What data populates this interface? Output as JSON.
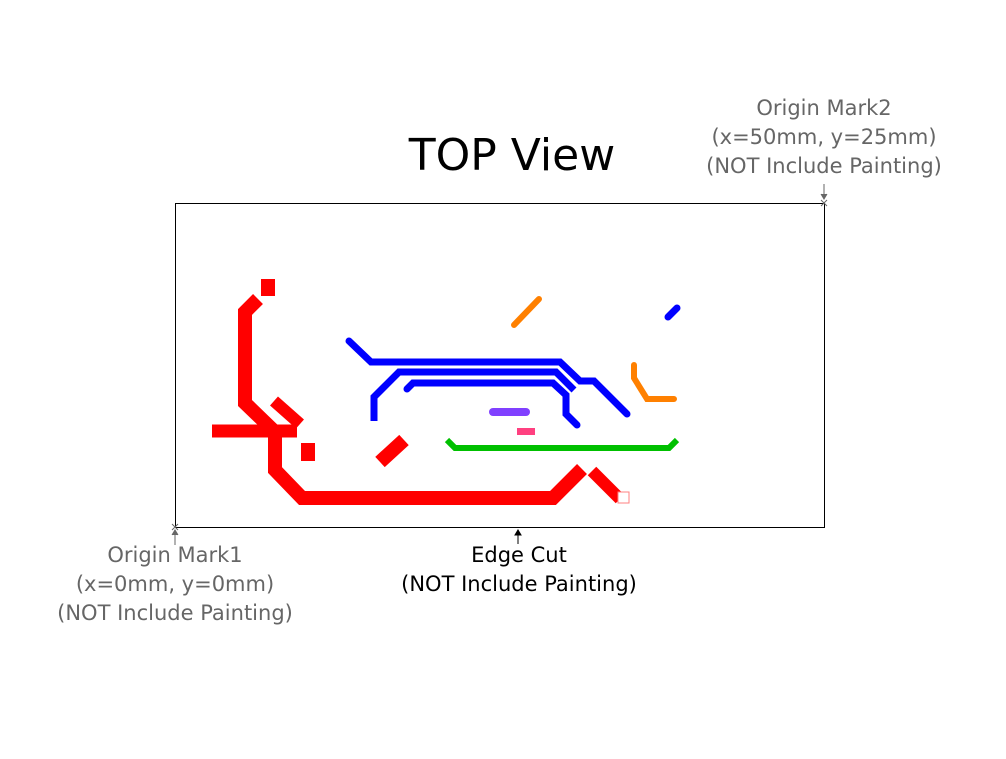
{
  "title": "TOP View",
  "origin_mark1": {
    "line1": "Origin Mark1",
    "line2": "(x=0mm, y=0mm)",
    "line3": "(NOT Include Painting)"
  },
  "origin_mark2": {
    "line1": "Origin Mark2",
    "line2": "(x=50mm, y=25mm)",
    "line3": "(NOT Include Painting)"
  },
  "edge_cut": {
    "line1": "Edge Cut",
    "line2": "(NOT Include Painting)"
  },
  "colors": {
    "label": "#666666",
    "edge": "#000000",
    "red": "#ff0000",
    "blue": "#0000ff",
    "orange": "#ff8000",
    "green": "#00c000",
    "purple": "#8040ff",
    "pink": "#ff4080"
  }
}
